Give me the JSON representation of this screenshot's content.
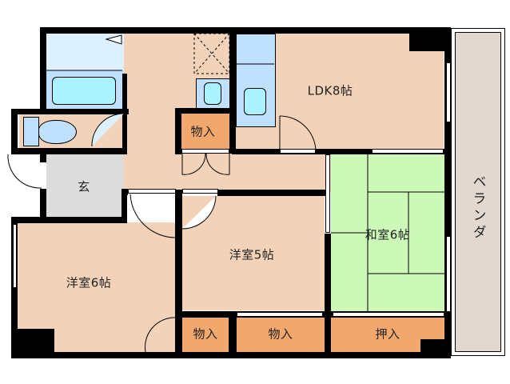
{
  "floorplan": {
    "rooms": {
      "ldk": {
        "label": "LDK8帖",
        "color": "#f2d3b9"
      },
      "western6": {
        "label": "洋室6帖",
        "color": "#f2d3b9"
      },
      "western5": {
        "label": "洋室5帖",
        "color": "#f2d3b9"
      },
      "japanese6": {
        "label": "和室6帖",
        "color": "#ccf9b8"
      },
      "entrance": {
        "label": "玄",
        "color": "#dcdcdc"
      },
      "veranda": {
        "label": "ベランダ",
        "color": "#e2d8cf"
      },
      "storage_hall": {
        "label": "物入",
        "color": "#f2a86c"
      },
      "storage_w6": {
        "label": "物入",
        "color": "#f2a86c"
      },
      "storage_w5": {
        "label": "物入",
        "color": "#f2a86c"
      },
      "closet_jp": {
        "label": "押入",
        "color": "#f2a86c"
      },
      "bathroom": {
        "color": "#bfe0ff"
      },
      "toilet": {
        "color": "#f2d3b9"
      }
    },
    "colors": {
      "wall": "#000000",
      "fixture_blue": "#aaf2ff",
      "floor_blue": "#c0dfff",
      "light_blue": "#ddf0ff"
    }
  }
}
